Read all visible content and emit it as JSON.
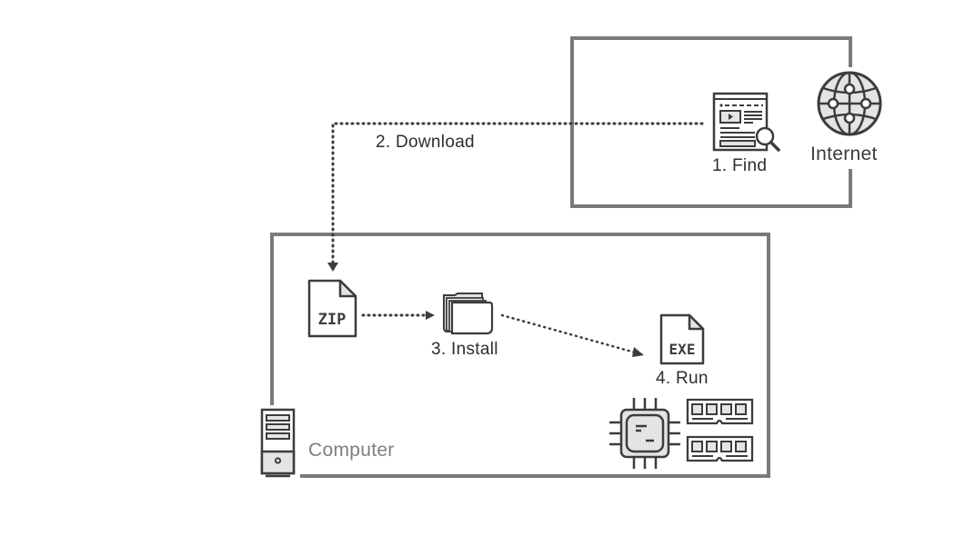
{
  "diagram": {
    "title": "",
    "containers": {
      "internet": {
        "label": "Internet"
      },
      "computer": {
        "label": "Computer"
      }
    },
    "steps": [
      {
        "id": "find",
        "label": "1. Find",
        "icon": "web-search-icon"
      },
      {
        "id": "download",
        "label": "2. Download",
        "icon": "dotted-arrow"
      },
      {
        "id": "install",
        "label": "3. Install",
        "icon": "folder-icon"
      },
      {
        "id": "run",
        "label": "4. Run",
        "icon": "exe-file-icon"
      }
    ],
    "files": {
      "zip": "ZIP",
      "exe": "EXE"
    },
    "icons": [
      "globe-network-icon",
      "web-search-icon",
      "zip-file-icon",
      "folder-icon",
      "exe-file-icon",
      "cpu-icon",
      "ram-icon",
      "computer-tower-icon"
    ],
    "colors": {
      "border": "#7a7a7a",
      "icon_stroke": "#3c3c3c",
      "icon_fill": "#e4e4e4",
      "text": "#2e2e2e",
      "muted_text": "#7e7e7e"
    }
  }
}
